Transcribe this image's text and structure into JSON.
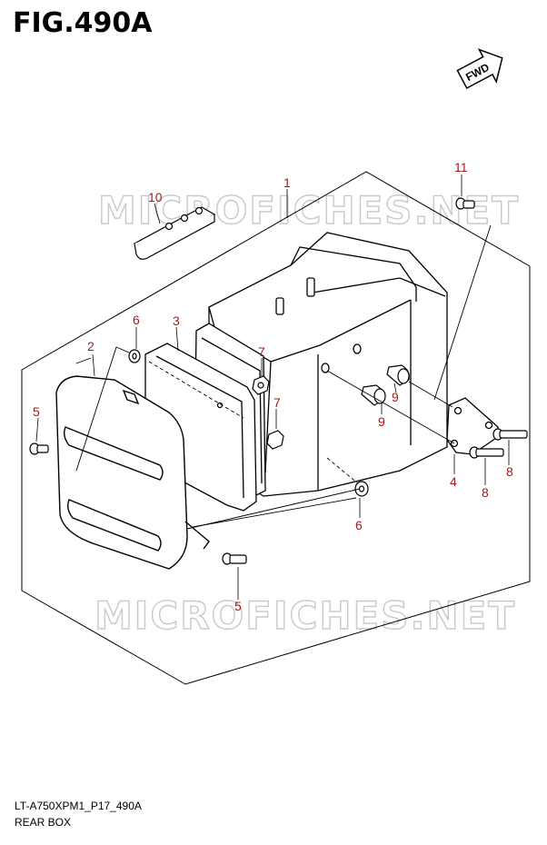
{
  "header": {
    "figure_title": "FIG.490A"
  },
  "fwd_label": "FWD",
  "watermark": "MICROFICHES.NET",
  "footer": {
    "code": "LT-A750XPM1_P17_490A",
    "name": "REAR BOX"
  },
  "callouts": {
    "c1": "1",
    "c2": "2",
    "c3": "3",
    "c4": "4",
    "c5a": "5",
    "c5b": "5",
    "c6a": "6",
    "c6b": "6",
    "c7a": "7",
    "c7b": "7",
    "c8a": "8",
    "c8b": "8",
    "c9a": "9",
    "c9b": "9",
    "c10": "10",
    "c11": "11"
  },
  "colors": {
    "callout": "#a51a1a",
    "line": "#000000",
    "watermark": "#c9c9c9"
  }
}
